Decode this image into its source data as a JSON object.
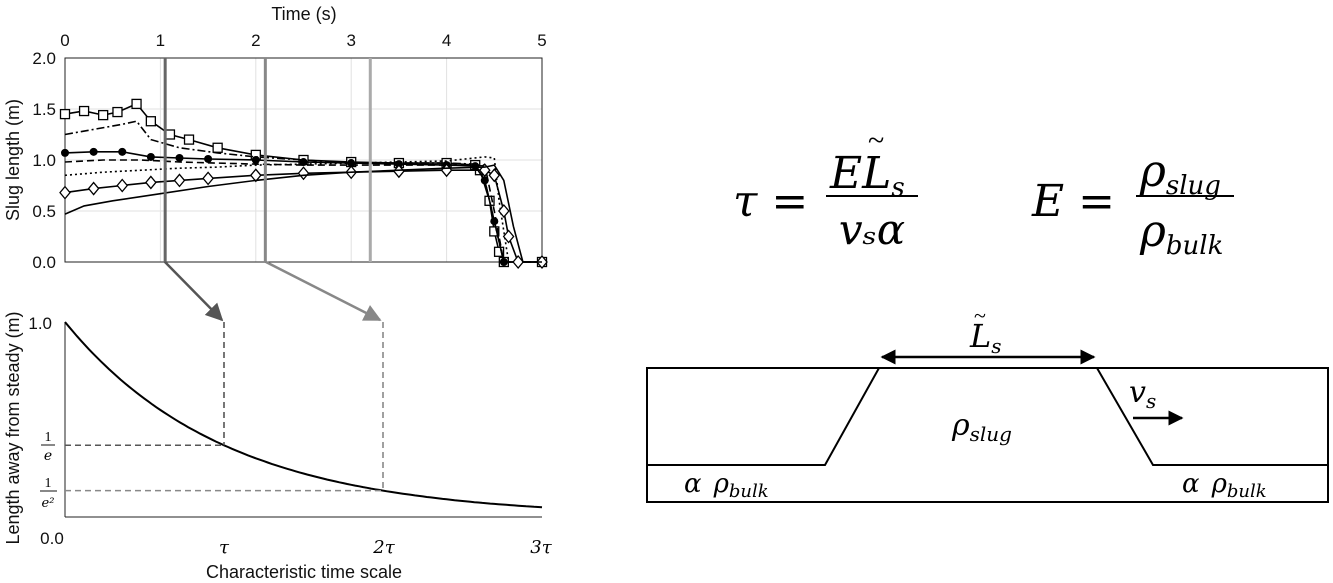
{
  "top_plot": {
    "title": "Time (s)",
    "ylabel": "Slug length (m)",
    "x_ticks": [
      "0",
      "1",
      "2",
      "3",
      "4",
      "5"
    ],
    "y_ticks": [
      "0.0",
      "0.5",
      "1.0",
      "1.5",
      "2.0"
    ]
  },
  "bottom_plot": {
    "xlabel": "Characteristic time scale",
    "ylabel": "Length away from steady (m)",
    "x_ticks": [
      "0.0",
      "τ",
      "2τ",
      "3τ"
    ],
    "y_tick_top": "1.0",
    "level1": {
      "num": "1",
      "den": "e"
    },
    "level2": {
      "num": "1",
      "den": "e²"
    }
  },
  "equations": {
    "tau_lhs": "τ =",
    "tau_num_E": "E",
    "tau_num_L": "L",
    "tau_num_sub": "s",
    "tau_den": "vₛα",
    "E_lhs": "E =",
    "E_num": "ρ",
    "E_num_sub": "slug",
    "E_den": "ρ",
    "E_den_sub": "bulk"
  },
  "schematic": {
    "length_label": "L",
    "length_sub": "s",
    "velocity_label": "v",
    "velocity_sub": "s",
    "center_rho": "ρ",
    "center_sub": "slug",
    "left_alpha": "α",
    "left_rho": "ρ",
    "left_sub": "bulk",
    "right_alpha": "α",
    "right_rho": "ρ",
    "right_sub": "bulk"
  },
  "chart_data": [
    {
      "type": "line",
      "title": "Time (s)",
      "xlabel": "",
      "ylabel": "Slug length (m)",
      "xlim": [
        0,
        5
      ],
      "ylim": [
        0,
        2
      ],
      "grid": true,
      "x_ticks": [
        0,
        1,
        2,
        3,
        4,
        5
      ],
      "y_ticks": [
        0.0,
        0.5,
        1.0,
        1.5,
        2.0
      ],
      "series": [
        {
          "marker": "square",
          "line": "solid",
          "x": [
            0,
            0.2,
            0.4,
            0.55,
            0.75,
            0.9,
            1.1,
            1.3,
            1.6,
            2.0,
            2.5,
            3.0,
            3.5,
            4.0,
            4.3,
            4.35,
            4.45,
            4.5,
            4.55,
            4.6,
            5.0
          ],
          "y": [
            1.45,
            1.48,
            1.44,
            1.47,
            1.55,
            1.38,
            1.25,
            1.2,
            1.12,
            1.05,
            1.0,
            0.98,
            0.97,
            0.97,
            0.95,
            0.9,
            0.6,
            0.3,
            0.1,
            0.0,
            0.0
          ]
        },
        {
          "marker": "none",
          "line": "dashdot",
          "x": [
            0,
            0.3,
            0.6,
            0.75,
            0.9,
            1.2,
            1.6,
            2.0,
            2.5,
            3.0,
            3.5,
            4.0,
            4.3,
            4.4,
            4.5,
            4.6,
            5.0
          ],
          "y": [
            1.25,
            1.3,
            1.35,
            1.38,
            1.2,
            1.12,
            1.07,
            1.03,
            1.0,
            0.97,
            0.97,
            0.97,
            0.96,
            0.8,
            0.4,
            0.0,
            0.0
          ]
        },
        {
          "marker": "circle",
          "line": "solid",
          "x": [
            0,
            0.3,
            0.6,
            0.9,
            1.2,
            1.5,
            2.0,
            2.5,
            3.0,
            3.5,
            4.0,
            4.3,
            4.4,
            4.5,
            4.6,
            5.0
          ],
          "y": [
            1.07,
            1.08,
            1.08,
            1.03,
            1.02,
            1.01,
            1.0,
            0.98,
            0.97,
            0.96,
            0.95,
            0.94,
            0.8,
            0.4,
            0.0,
            0.0
          ]
        },
        {
          "marker": "none",
          "line": "dashed",
          "x": [
            0,
            0.4,
            0.8,
            1.2,
            1.6,
            2.0,
            2.5,
            3.0,
            3.5,
            4.0,
            4.4,
            4.5,
            4.6,
            5.0
          ],
          "y": [
            0.98,
            1.0,
            1.0,
            0.98,
            0.97,
            0.96,
            0.95,
            0.95,
            0.95,
            0.95,
            0.95,
            0.5,
            0.0,
            0.0
          ]
        },
        {
          "marker": "none",
          "line": "dotted",
          "x": [
            0,
            0.4,
            0.8,
            1.2,
            1.6,
            2.0,
            2.5,
            3.0,
            3.5,
            4.0,
            4.4,
            4.5,
            4.55,
            4.65,
            5.0
          ],
          "y": [
            0.85,
            0.88,
            0.9,
            0.92,
            0.93,
            0.95,
            0.96,
            0.97,
            0.98,
            0.99,
            1.03,
            1.02,
            0.6,
            0.0,
            0.0
          ]
        },
        {
          "marker": "diamond",
          "line": "solid",
          "x": [
            0,
            0.3,
            0.6,
            0.9,
            1.2,
            1.5,
            2.0,
            2.5,
            3.0,
            3.5,
            4.0,
            4.4,
            4.5,
            4.6,
            4.65,
            4.75,
            5.0
          ],
          "y": [
            0.68,
            0.72,
            0.75,
            0.78,
            0.8,
            0.82,
            0.85,
            0.87,
            0.88,
            0.89,
            0.9,
            0.9,
            0.85,
            0.5,
            0.25,
            0.0,
            0.0
          ]
        },
        {
          "marker": "none",
          "line": "solid",
          "x": [
            0,
            0.2,
            0.5,
            1.0,
            1.5,
            2.0,
            2.5,
            3.0,
            3.5,
            4.0,
            4.4,
            4.5,
            4.6,
            4.7,
            4.8,
            5.0
          ],
          "y": [
            0.47,
            0.55,
            0.6,
            0.67,
            0.74,
            0.8,
            0.85,
            0.88,
            0.9,
            0.92,
            0.93,
            0.95,
            0.8,
            0.35,
            0.0,
            0.0
          ]
        }
      ],
      "vertical_lines": [
        1.05,
        2.1,
        3.2
      ]
    },
    {
      "type": "line",
      "title": "",
      "xlabel": "Characteristic time scale",
      "ylabel": "Length away from steady (m)",
      "xlim": [
        0,
        3
      ],
      "ylim": [
        0,
        1
      ],
      "x_ticks": [
        "0.0",
        "τ",
        "2τ",
        "3τ"
      ],
      "series": [
        {
          "line": "solid",
          "function": "exp(-t)",
          "x_range": [
            0,
            3
          ]
        }
      ],
      "markers": [
        {
          "x": 1,
          "y": 0.3679,
          "label": "1/e"
        },
        {
          "x": 2,
          "y": 0.1353,
          "label": "1/e²"
        }
      ]
    }
  ]
}
